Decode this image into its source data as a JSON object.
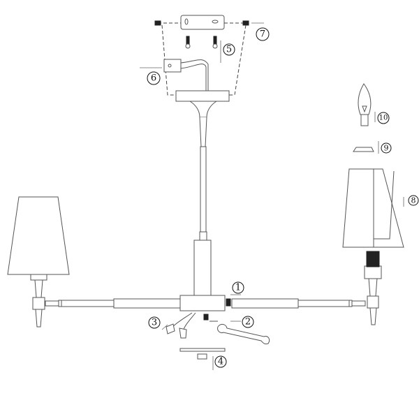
{
  "diagram": {
    "type": "assembly-instructions",
    "subject": "three-light chandelier with shades",
    "steps": [
      {
        "id": 1,
        "label": "1",
        "part": "arm connector nut"
      },
      {
        "id": 2,
        "label": "2",
        "part": "wrench tightening"
      },
      {
        "id": 3,
        "label": "3",
        "part": "wire connectors"
      },
      {
        "id": 4,
        "label": "4",
        "part": "bottom cover plate"
      },
      {
        "id": 5,
        "label": "5",
        "part": "mounting screws"
      },
      {
        "id": 6,
        "label": "6",
        "part": "terminal block"
      },
      {
        "id": 7,
        "label": "7",
        "part": "ceiling bracket screws"
      },
      {
        "id": 8,
        "label": "8",
        "part": "lamp shade"
      },
      {
        "id": 9,
        "label": "9",
        "part": "shade ring"
      },
      {
        "id": 10,
        "label": "10",
        "part": "candle bulb"
      }
    ]
  }
}
